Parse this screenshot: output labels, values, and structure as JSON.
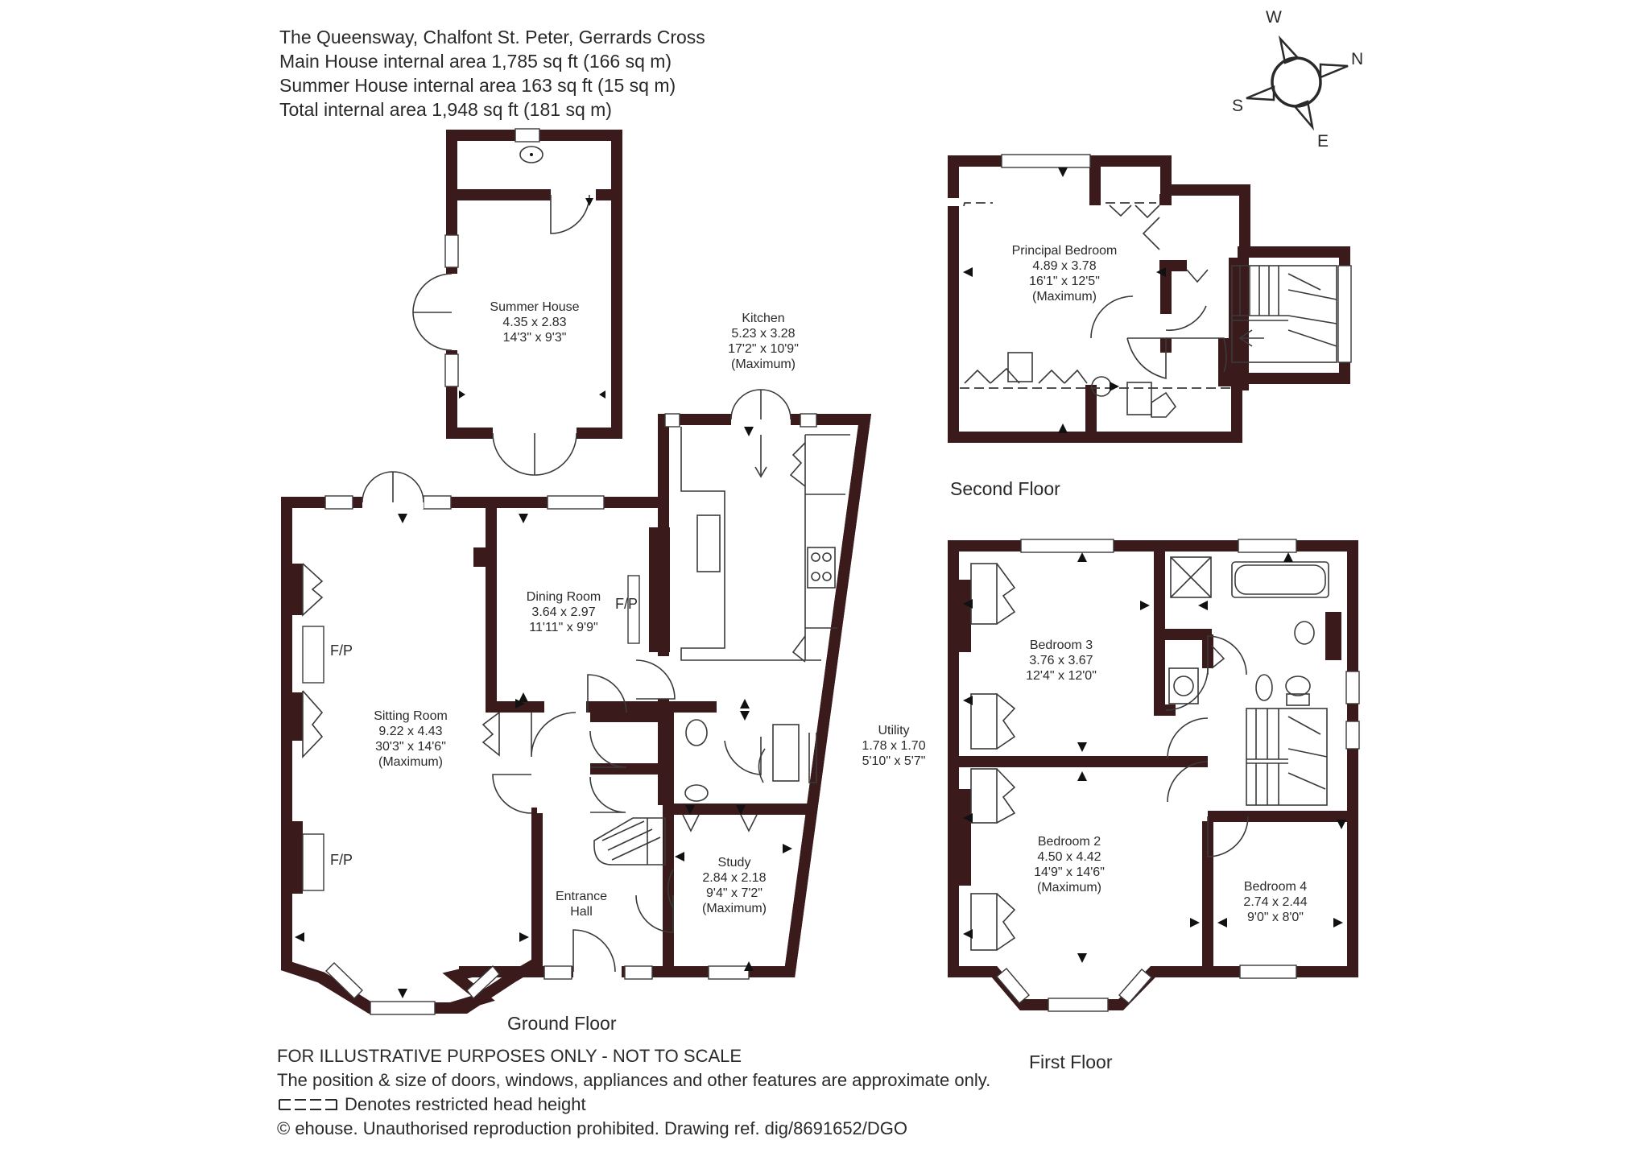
{
  "header": {
    "address": "The Queensway, Chalfont St. Peter, Gerrards Cross",
    "main_house": "Main House internal area 1,785 sq ft (166 sq m)",
    "summer_house": "Summer House internal area 163 sq ft (15 sq m)",
    "total": "Total internal area 1,948 sq ft (181 sq m)"
  },
  "colors": {
    "wall": "#3b1a1c",
    "line": "#3a3a3a",
    "text": "#2a2a2a"
  },
  "compass": {
    "w": "W",
    "n": "N",
    "s": "S",
    "e": "E"
  },
  "floors": {
    "ground": "Ground Floor",
    "first": "First Floor",
    "second": "Second Floor"
  },
  "rooms": {
    "summer_house": {
      "name": "Summer House",
      "metric": "4.35 x 2.83",
      "imperial": "14'3\" x 9'3\""
    },
    "kitchen": {
      "name": "Kitchen",
      "metric": "5.23 x 3.28",
      "imperial": "17'2\" x 10'9\"",
      "note": "(Maximum)"
    },
    "dining": {
      "name": "Dining Room",
      "metric": "3.64 x 2.97",
      "imperial": "11'11\" x 9'9\""
    },
    "sitting": {
      "name": "Sitting Room",
      "metric": "9.22 x 4.43",
      "imperial": "30'3\" x 14'6\"",
      "note": "(Maximum)"
    },
    "utility": {
      "name": "Utility",
      "metric": "1.78 x 1.70",
      "imperial": "5'10\" x 5'7\""
    },
    "study": {
      "name": "Study",
      "metric": "2.84 x 2.18",
      "imperial": "9'4\" x 7'2\"",
      "note": "(Maximum)"
    },
    "entrance": {
      "name1": "Entrance",
      "name2": "Hall"
    },
    "principal": {
      "name": "Principal Bedroom",
      "metric": "4.89 x 3.78",
      "imperial": "16'1\" x 12'5\"",
      "note": "(Maximum)"
    },
    "bedroom3": {
      "name": "Bedroom 3",
      "metric": "3.76 x 3.67",
      "imperial": "12'4\" x 12'0\""
    },
    "bedroom2": {
      "name": "Bedroom 2",
      "metric": "4.50 x 4.42",
      "imperial": "14'9\" x 14'6\"",
      "note": "(Maximum)"
    },
    "bedroom4": {
      "name": "Bedroom 4",
      "metric": "2.74 x 2.44",
      "imperial": "9'0\" x 8'0\""
    }
  },
  "fireplace_label": "F/P",
  "footer": {
    "disclaimer": "FOR ILLUSTRATIVE PURPOSES ONLY - NOT TO SCALE",
    "note": "The position & size of doors, windows, appliances and other features are approximate only.",
    "restricted": "Denotes restricted head height",
    "copyright": "© ehouse. Unauthorised reproduction prohibited. Drawing ref. dig/8691652/DGO"
  }
}
